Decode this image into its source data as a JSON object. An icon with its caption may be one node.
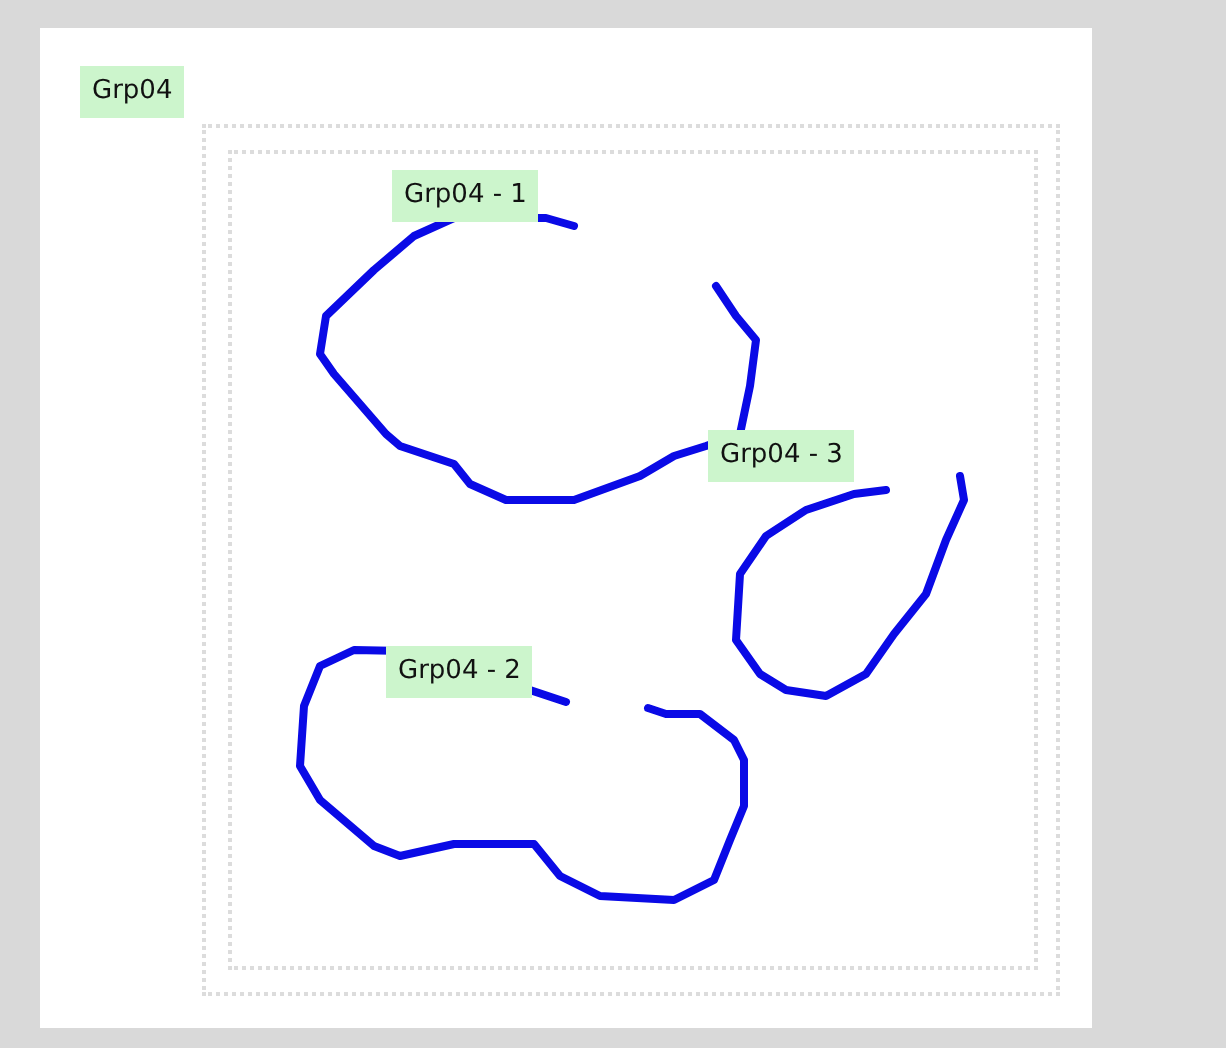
{
  "diagram": {
    "nodes": [
      {
        "text": [
          "Grp04"
        ]
      },
      {
        "text": [
          "Grp04 - 1"
        ],
        "in": 0
      },
      {
        "text": [
          "Grp04 - 3"
        ],
        "in": 0
      },
      {
        "text": [
          "Grp04 - 2"
        ],
        "in": 0
      }
    ]
  }
}
